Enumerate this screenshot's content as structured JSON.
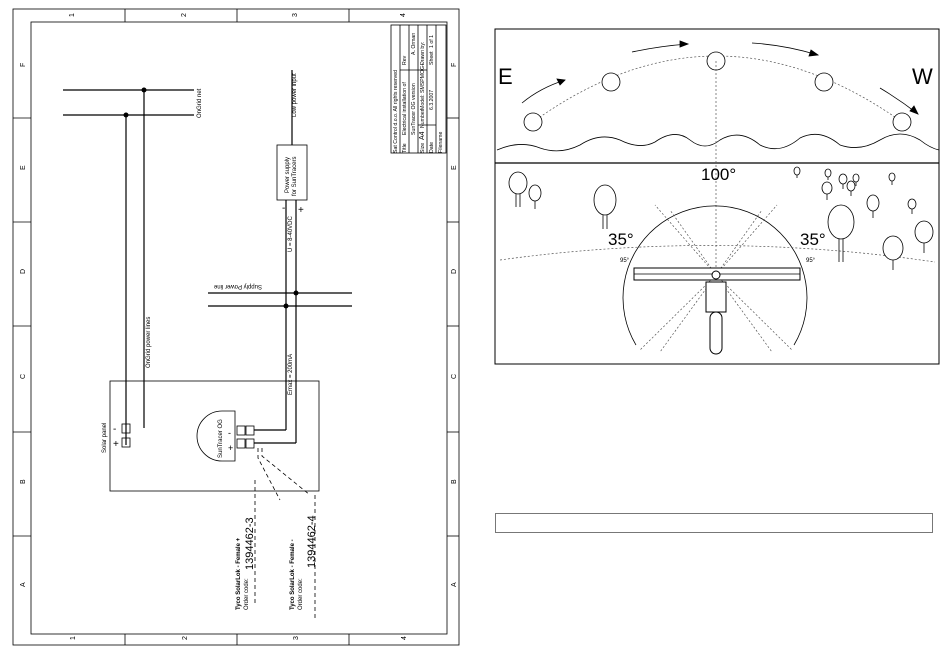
{
  "schematic": {
    "frame_cols": [
      "1",
      "2",
      "3",
      "4"
    ],
    "frame_rows": [
      "F",
      "E",
      "D",
      "C",
      "B",
      "A"
    ],
    "ongrid_net": "OnGrid net",
    "ongrid_lines": "OnGrid power lines",
    "solar_panel": "Solar panel",
    "suntracer": "SunTracer OG",
    "plus": "+",
    "minus": "-",
    "power_supply_l1": "Power supply",
    "power_supply_l2": "for SunTracers",
    "low_power_input": "Low power input",
    "voltage": "U = 8-40VDC",
    "supply_line": "Supply Power line",
    "current": "Emax = 200mA",
    "connector_female": {
      "title": "Tyco SolarLok - Female +",
      "order_label": "Order code:",
      "code": "1394462-3"
    },
    "connector_male": {
      "title": "Tyco SolarLok - Female -",
      "order_label": "Order code:",
      "code": "1394462-4"
    },
    "title_block": {
      "company": "Sat Control d.o.o. All rights reserved",
      "title_label": "Title",
      "title_l1": "Electrical installation of",
      "title_l2": "SunTracer OG version",
      "rev_label": "Rev",
      "size_label": "Size",
      "size": "A4",
      "number_label": "Number",
      "model": "Model: SMSPMOG+",
      "date_label": "Date",
      "date": "6.3.2007",
      "drawn_label": "Drawn by:",
      "drawn": "A. Orman",
      "file_label": "Filename",
      "sheet_label": "Sheet",
      "sheet": "1 of 1"
    }
  },
  "sky_diagram": {
    "east": "E",
    "west": "W",
    "angle_top": "100°",
    "angle_left": "35°",
    "angle_right": "35°",
    "angle_small_left": "95°",
    "angle_small_right": "95°"
  },
  "caption": {
    "text": ""
  }
}
